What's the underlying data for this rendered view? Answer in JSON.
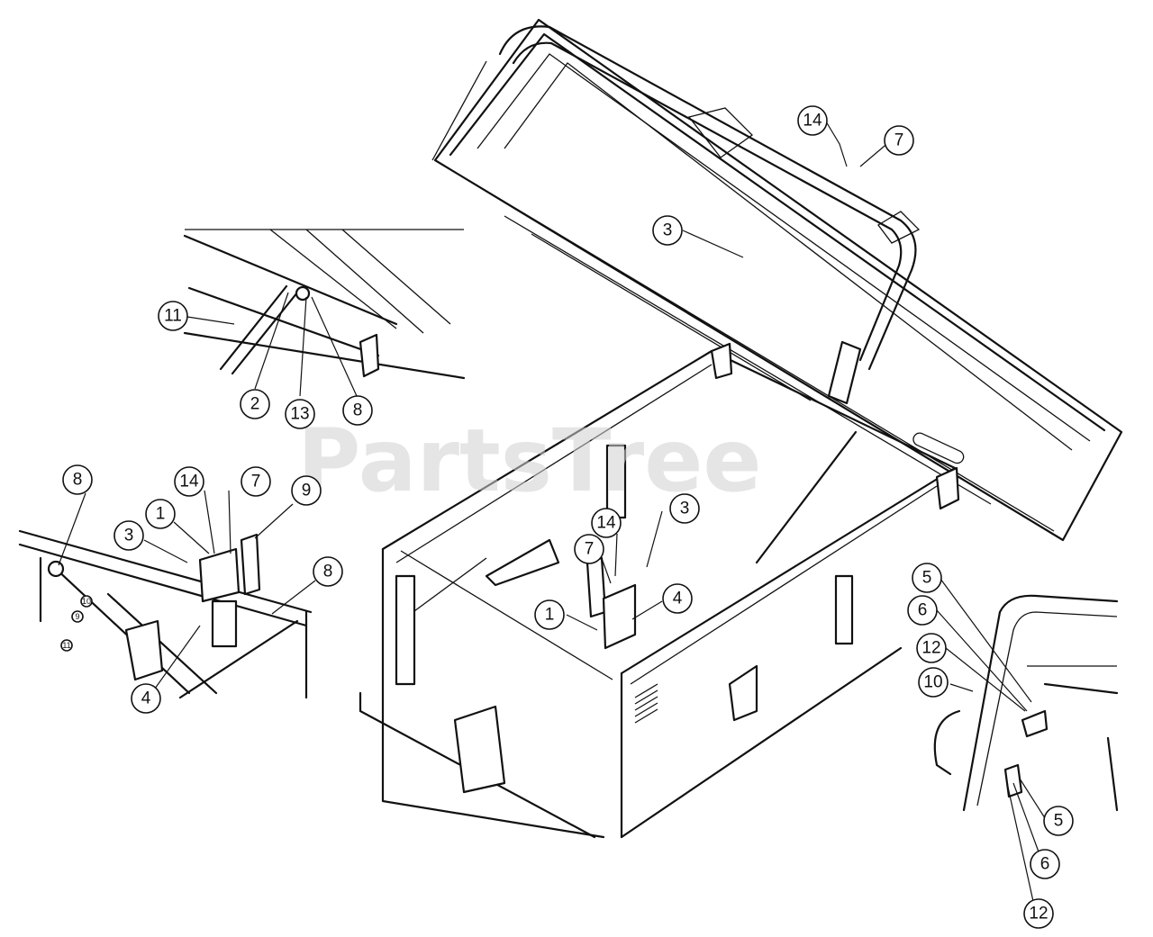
{
  "watermark": "PartsTree",
  "callouts": {
    "c1": "14",
    "c2": "7",
    "c3": "3",
    "c4": "11",
    "c5": "2",
    "c6": "13",
    "c7": "8",
    "c8": "8",
    "c9": "14",
    "c10": "7",
    "c11": "9",
    "c12": "1",
    "c13": "3",
    "c14": "8",
    "c15": "4",
    "c16": "10",
    "c17": "9",
    "c18": "11",
    "c19": "3",
    "c20": "14",
    "c21": "7",
    "c22": "1",
    "c23": "4",
    "c24": "5",
    "c25": "6",
    "c26": "12",
    "c27": "10",
    "c28": "5",
    "c29": "6",
    "c30": "12"
  }
}
